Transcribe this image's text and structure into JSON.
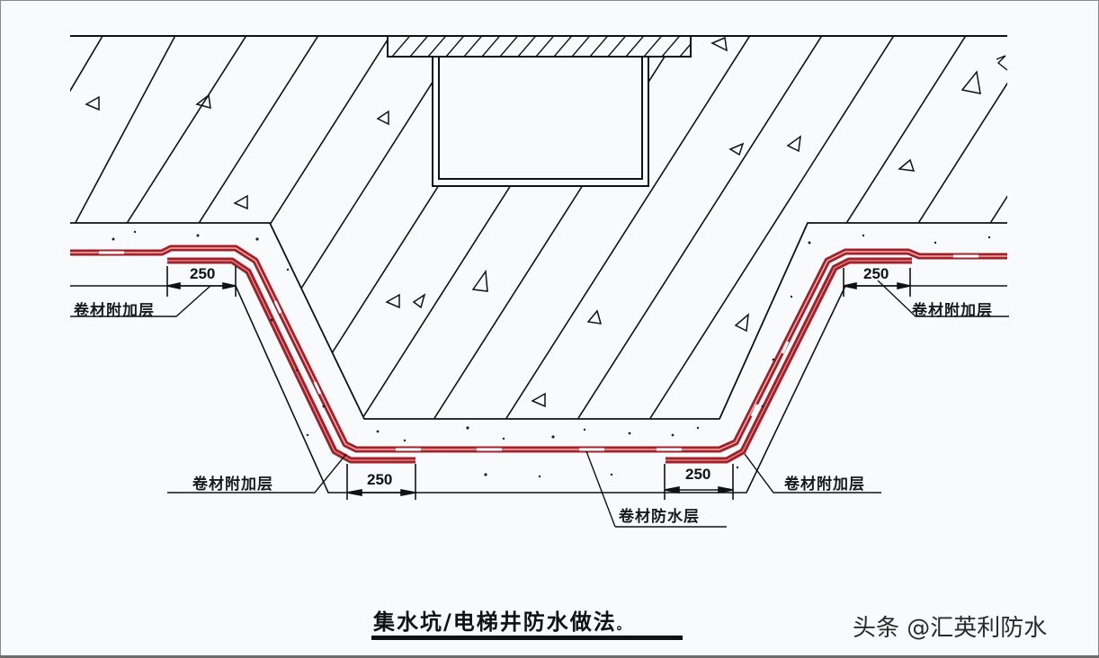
{
  "diagram": {
    "title": "集水坑/电梯井防水做法",
    "title_suffix": "。",
    "labels": {
      "left_upper_additional_layer": "卷材附加层",
      "right_upper_additional_layer": "卷材附加层",
      "left_lower_additional_layer": "卷材附加层",
      "right_lower_additional_layer": "卷材附加层",
      "waterproof_layer": "卷材防水层"
    },
    "dimensions": {
      "left_upper": "250",
      "right_upper": "250",
      "left_lower": "250",
      "right_lower": "250"
    },
    "colors": {
      "membrane": "#a3202a",
      "membrane_highlight": "#f3b3ad",
      "line": "#111111",
      "background": "#f8fafc"
    }
  },
  "watermark": {
    "text": "头条 @汇英利防水"
  }
}
